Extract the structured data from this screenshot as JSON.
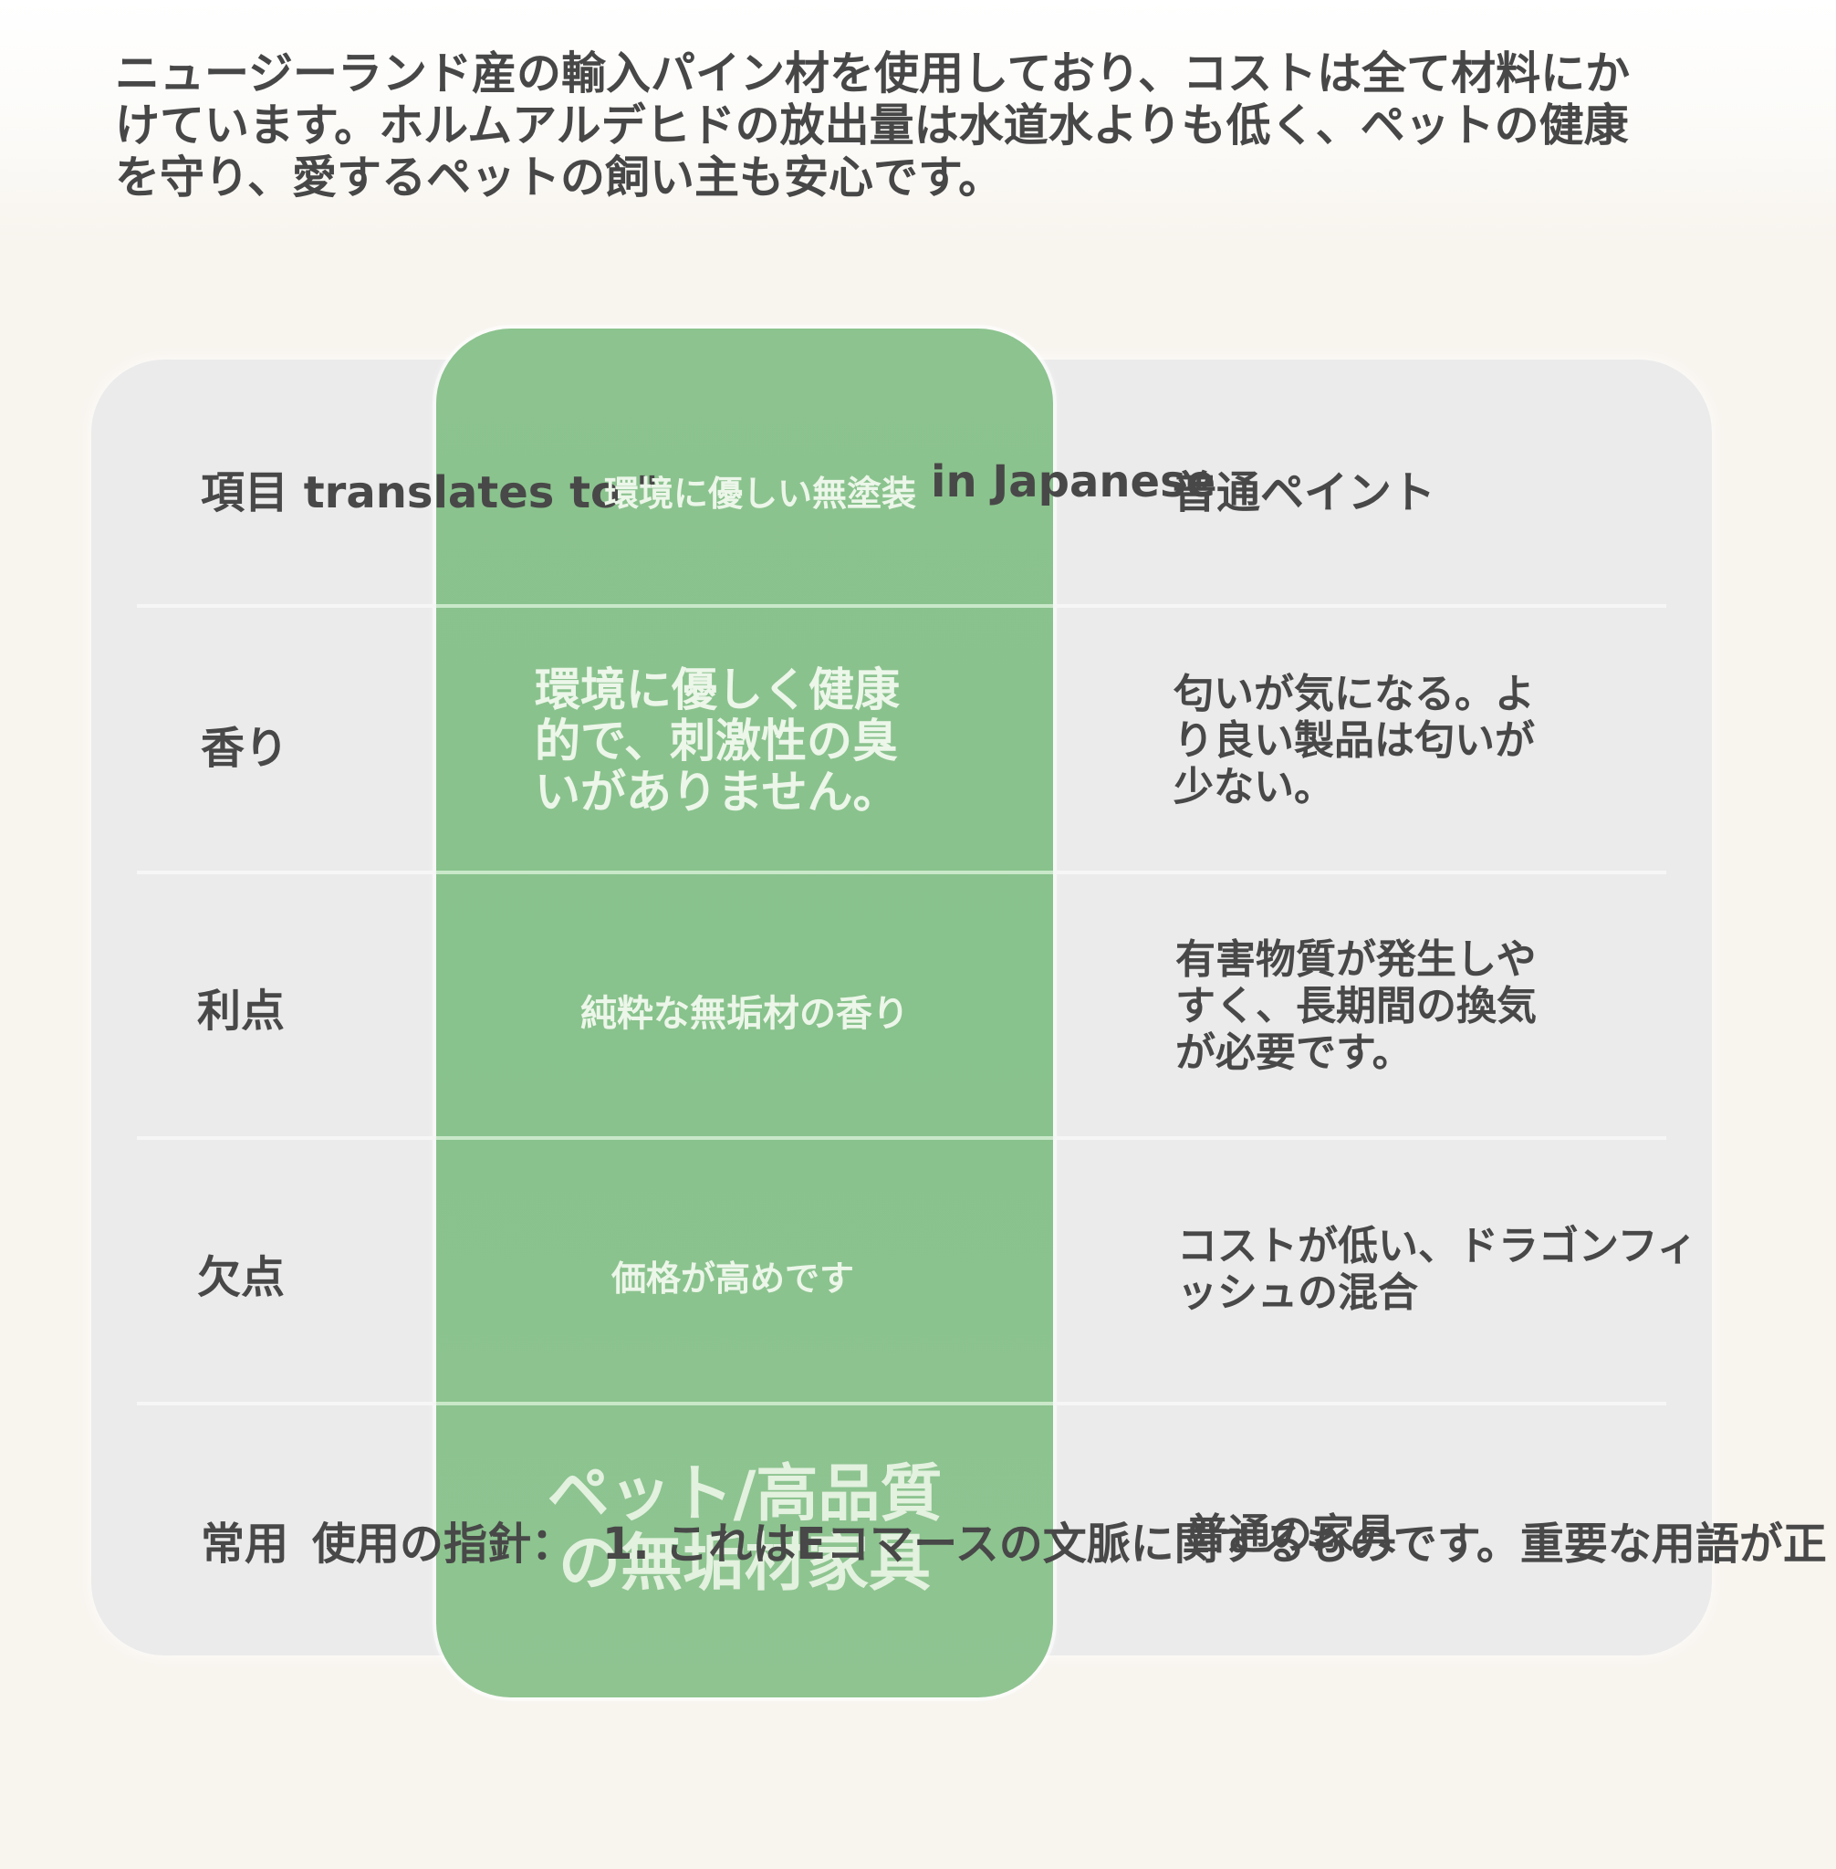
{
  "intro": {
    "text": "ニュージーランド産の輸入パイン材を使用しており、コストは全て材料にか\nけています。ホルムアルデヒドの放出量は水道水よりも低く、ペットの健康\nを守り、愛するペットの飼い主も安心です。"
  },
  "table": {
    "header": {
      "item": "項目 translates to \"",
      "item_tail": "in Japanese",
      "highlight": "環境に優しい無塗装",
      "other": "普通ペイント"
    },
    "rows": [
      {
        "label": "香り",
        "highlight": "環境に優しく健康\n的で、刺激性の臭\nいがありません。",
        "other": "匂いが気になる。よ\nり良い製品は匂いが\n少ない。"
      },
      {
        "label": "利点",
        "highlight": "純粋な無垢材の香り",
        "other": "有害物質が発生しや\nすく、長期間の換気\nが必要です。"
      },
      {
        "label": "欠点",
        "highlight": "価格が高めです",
        "other": "コストが低い、ドラゴンフィ\nッシュの混合"
      },
      {
        "label": "常用",
        "label_tail": "使用の指針：",
        "highlight": "ペット/高品質\nの無垢材家具",
        "overflow_text": "1. これはEコマースの文脈に関するものです。重要な用語が正",
        "other": "普通の家具"
      }
    ]
  },
  "colors": {
    "background": "#f8f4ee",
    "panel": "#ebebeb",
    "highlight_column": "#8cc38f",
    "highlight_text": "#ecf6e9",
    "body_text": "#484848"
  }
}
